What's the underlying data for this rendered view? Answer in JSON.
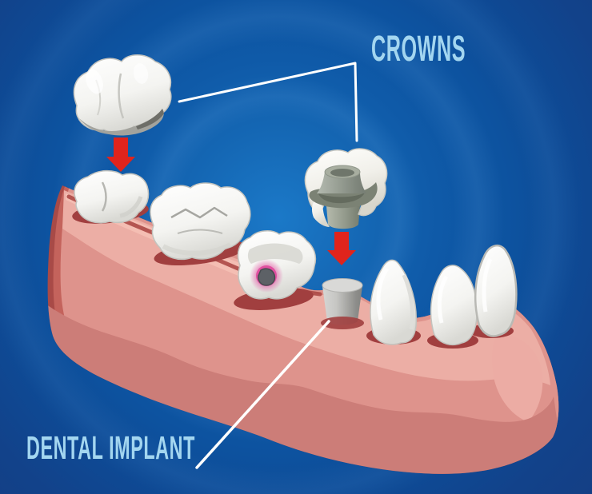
{
  "labels": {
    "crowns": "CROWNS",
    "dental_implant": "DENTAL IMPLANT"
  },
  "colors": {
    "background_center": "#1876c6",
    "background_edge": "#133f85",
    "label_text": "#a3d6f0",
    "pointer_line": "#ffffff",
    "arrow_red": "#e0241c",
    "gum_outline": "#a84a47",
    "gum_rim": "#c4635c",
    "gum_main": "#de938c",
    "gum_light": "#ecaea5",
    "gum_highlight": "#f4beb3",
    "gum_shadow": "#cc7d78",
    "gum_pocket": "#a13f3f",
    "tooth_white": "#ffffff",
    "tooth_shadow": "#d9d9d4",
    "implant_metal_light": "#d6d6d4",
    "implant_metal_dark": "#848481",
    "abutment_gray_green": "#9aa196",
    "cavity_glow": "#e0489c",
    "cavity_core": "#5d6166"
  },
  "parts": {
    "floating_crown": "molar crown",
    "crown_on_abutment": "crown fitted over implant abutment",
    "implant_post": "implant abutment in gum",
    "jaw": "lower jaw with teeth",
    "decayed_tooth": "tooth with cavity",
    "arrows": "red down arrows"
  }
}
